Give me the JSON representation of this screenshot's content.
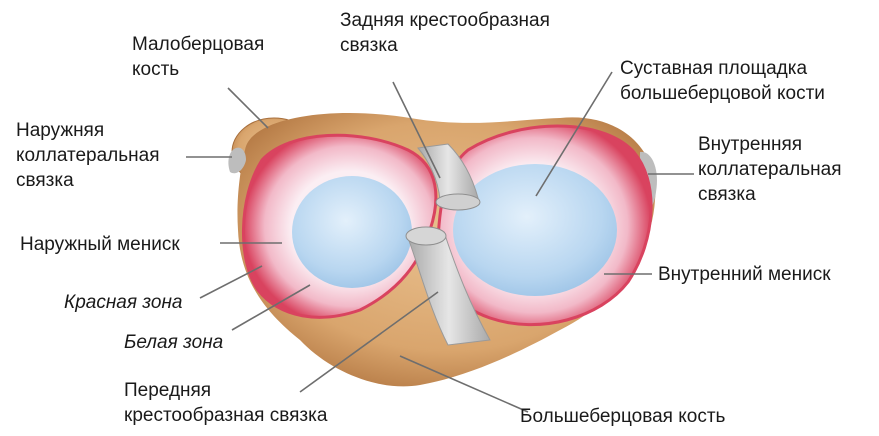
{
  "labels": {
    "fibula_line1": "Малоберцовая",
    "fibula_line2": "кость",
    "posterior_cruciate_line1": "Задняя крестообразная",
    "posterior_cruciate_line2": "связка",
    "articular_line1": "Суставная площадка",
    "articular_line2": "большеберцовой кости",
    "lateral_collateral_line1": "Наружняя",
    "lateral_collateral_line2": "коллатеральная",
    "lateral_collateral_line3": "связка",
    "medial_collateral_line1": "Внутренняя",
    "medial_collateral_line2": "коллатеральная",
    "medial_collateral_line3": "связка",
    "lateral_meniscus": "Наружный мениск",
    "medial_meniscus": "Внутренний мениск",
    "red_zone": "Красная зона",
    "white_zone": "Белая зона",
    "anterior_cruciate_line1": "Передняя",
    "anterior_cruciate_line2": "крестообразная связка",
    "tibia": "Большеберцовая кость"
  },
  "colors": {
    "bone": "#d9a56d",
    "bone_dark": "#b57a45",
    "meniscus_red": "#e0566e",
    "meniscus_white": "#f7e3ea",
    "cartilage": "#b8d6f0",
    "ligament": "#c9c9c9",
    "leader": "#6e6e6e"
  }
}
